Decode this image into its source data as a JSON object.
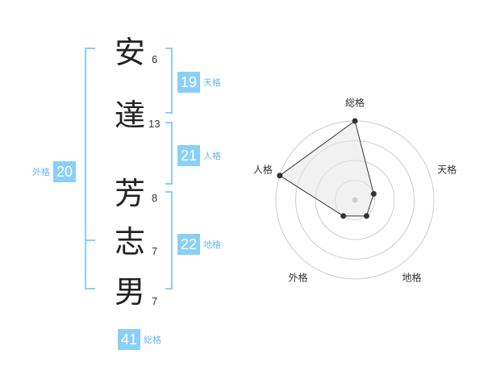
{
  "name": {
    "characters": [
      {
        "char": "安",
        "strokes": "6"
      },
      {
        "char": "達",
        "strokes": "13"
      },
      {
        "char": "芳",
        "strokes": "8"
      },
      {
        "char": "志",
        "strokes": "7"
      },
      {
        "char": "男",
        "strokes": "7"
      }
    ]
  },
  "fortune": {
    "tenkaku": {
      "value": "19",
      "label": "天格"
    },
    "jinkaku": {
      "value": "21",
      "label": "人格"
    },
    "chikaku": {
      "value": "22",
      "label": "地格"
    },
    "gaikaku": {
      "value": "20",
      "label": "外格"
    },
    "soukaku": {
      "value": "41",
      "label": "総格"
    }
  },
  "colors": {
    "accent": "#8acff7",
    "accent_text": "#6db7e8"
  },
  "chart_data": {
    "type": "radar",
    "axes": [
      "総格",
      "天格",
      "地格",
      "外格",
      "人格"
    ],
    "values": [
      4,
      1,
      1,
      1,
      4
    ],
    "rmax": 4,
    "rings": 4
  }
}
